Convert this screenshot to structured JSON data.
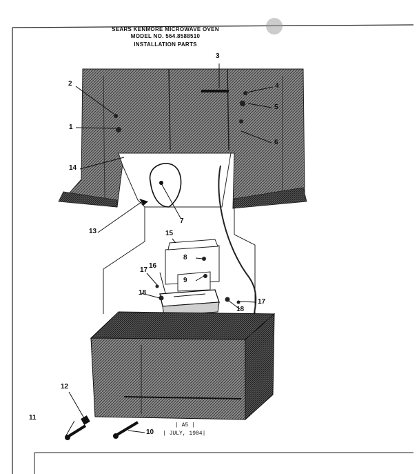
{
  "header": {
    "line1": "SEARS KENMORE MICROWAVE OVEN",
    "line2": "MODEL NO. 564.8588510",
    "line3": "INSTALLATION PARTS"
  },
  "callouts": [
    "1",
    "2",
    "3",
    "4",
    "5",
    "6",
    "7",
    "8",
    "9",
    "10",
    "11",
    "12",
    "13",
    "14",
    "15",
    "16",
    "17",
    "17",
    "18",
    "18"
  ],
  "footer": {
    "code": "| A5 |",
    "date": "| JULY, 1984|"
  }
}
